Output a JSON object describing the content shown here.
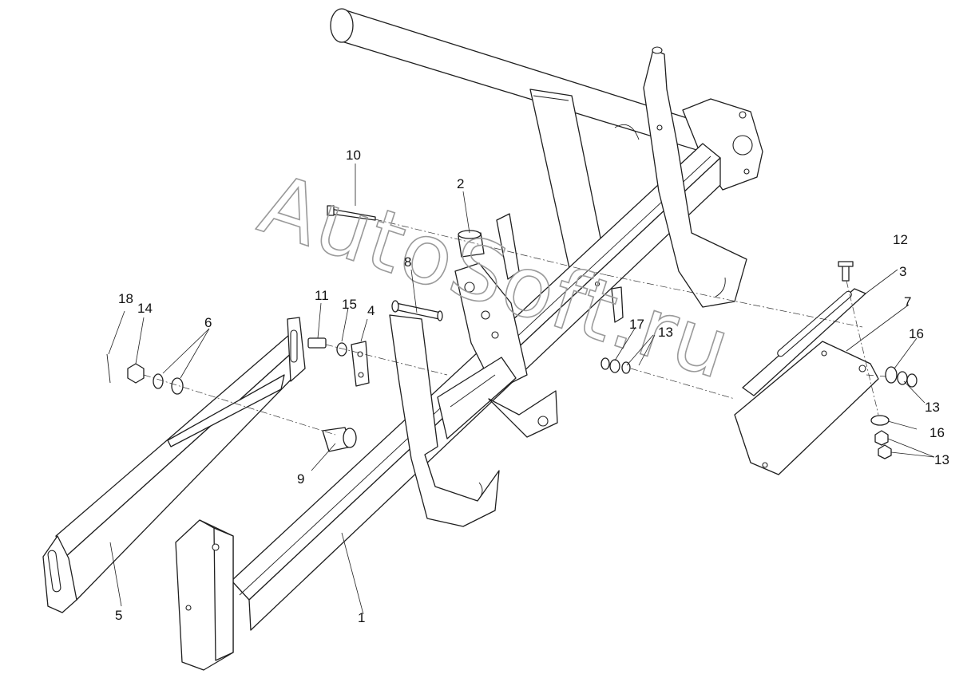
{
  "watermark": "AutoSoft.ru",
  "callouts": {
    "c1": "1",
    "c2": "2",
    "c3": "3",
    "c4": "4",
    "c5": "5",
    "c6": "6",
    "c7": "7",
    "c8": "8",
    "c9": "9",
    "c10": "10",
    "c11": "11",
    "c12": "12",
    "c13a": "13",
    "c13b": "13",
    "c13c": "13",
    "c14": "14",
    "c15": "15",
    "c16a": "16",
    "c16b": "16",
    "c17": "17",
    "c18": "18"
  }
}
